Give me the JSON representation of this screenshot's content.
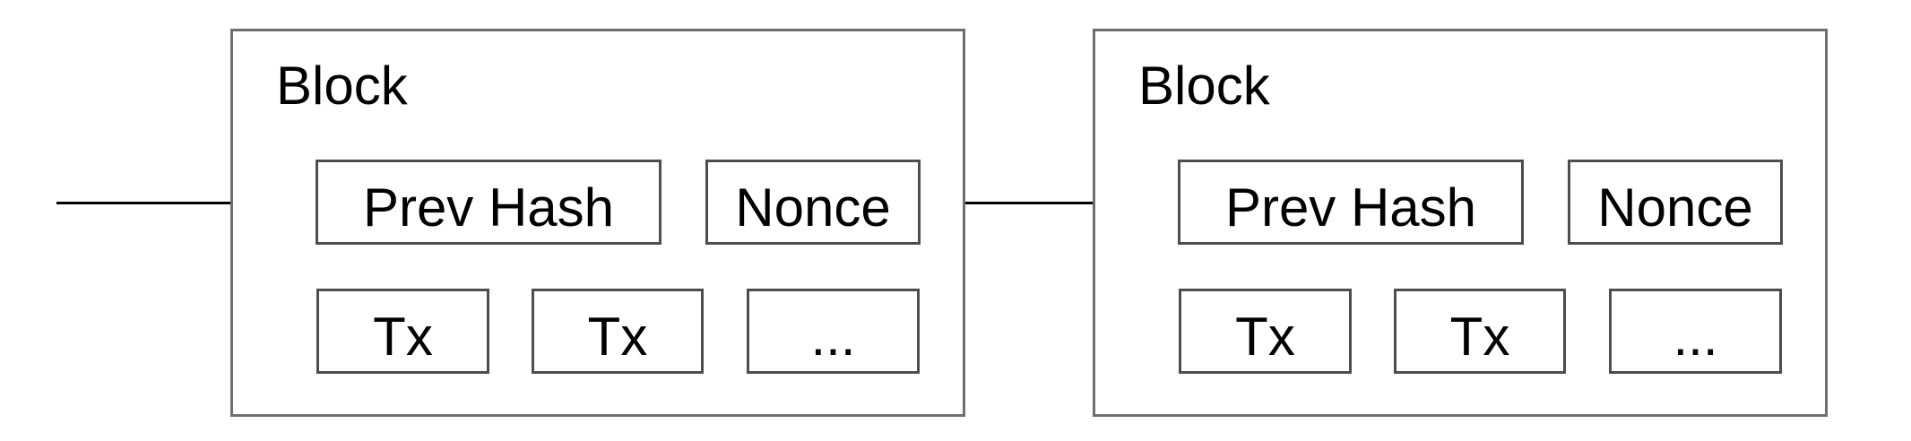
{
  "theme": {
    "background": "#ffffff",
    "block_border_color": "#6e6e6e",
    "box_border_color": "#4d4d4d",
    "text_color": "#000000",
    "arrow_color": "#000000"
  },
  "diagram": {
    "type": "blockchain-chain-of-blocks",
    "arrows": [
      {
        "name": "incoming-chain-arrow",
        "points_to": "block-1 Prev Hash"
      },
      {
        "name": "block-link-arrow",
        "points_to": "block-2 Prev Hash"
      }
    ]
  },
  "blocks": [
    {
      "title": "Block",
      "header_boxes": [
        {
          "label": "Prev Hash"
        },
        {
          "label": "Nonce"
        }
      ],
      "tx_boxes": [
        {
          "label": "Tx"
        },
        {
          "label": "Tx"
        },
        {
          "label": "..."
        }
      ]
    },
    {
      "title": "Block",
      "header_boxes": [
        {
          "label": "Prev Hash"
        },
        {
          "label": "Nonce"
        }
      ],
      "tx_boxes": [
        {
          "label": "Tx"
        },
        {
          "label": "Tx"
        },
        {
          "label": "..."
        }
      ]
    }
  ]
}
